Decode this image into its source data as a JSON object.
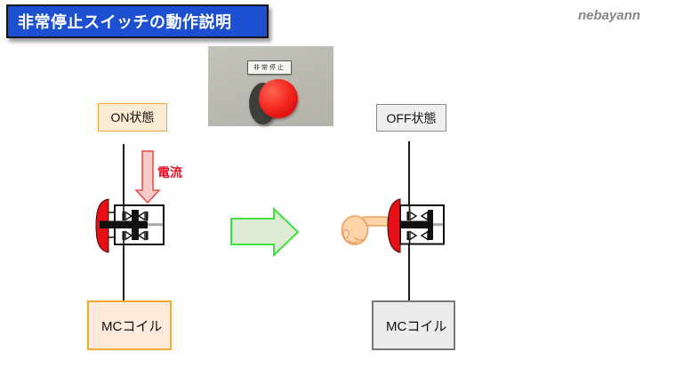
{
  "title": {
    "text": "非常停止スイッチの動作説明"
  },
  "watermark": "nebayann",
  "photo": {
    "label": "非常停止"
  },
  "diagram": {
    "on": {
      "state_label": "ON状態",
      "current_label": "電流",
      "coil_label": "MCコイル"
    },
    "off": {
      "state_label": "OFF状態",
      "coil_label": "MCコイル"
    }
  },
  "icons": {
    "down_arrow": "current-flow-down-arrow",
    "right_arrow": "transition-right-arrow",
    "hand": "hand-pressing-button",
    "switch_on": "switch-contacts-closed",
    "switch_off": "switch-contacts-open"
  },
  "colors": {
    "banner_blue": "#1d50d0",
    "button_red": "#e60f16",
    "current_red": "#e8102a",
    "pink_arrow_fill": "#f8caca",
    "pink_arrow_border": "#e64a44",
    "green_arrow_fill": "#deecd6",
    "green_arrow_border": "#3fe23c",
    "on_fill": "#fdecd4",
    "on_border": "#f0a63c",
    "off_fill": "#efefef",
    "off_border": "#8a8a8a",
    "skin": "#fdd3a8"
  }
}
